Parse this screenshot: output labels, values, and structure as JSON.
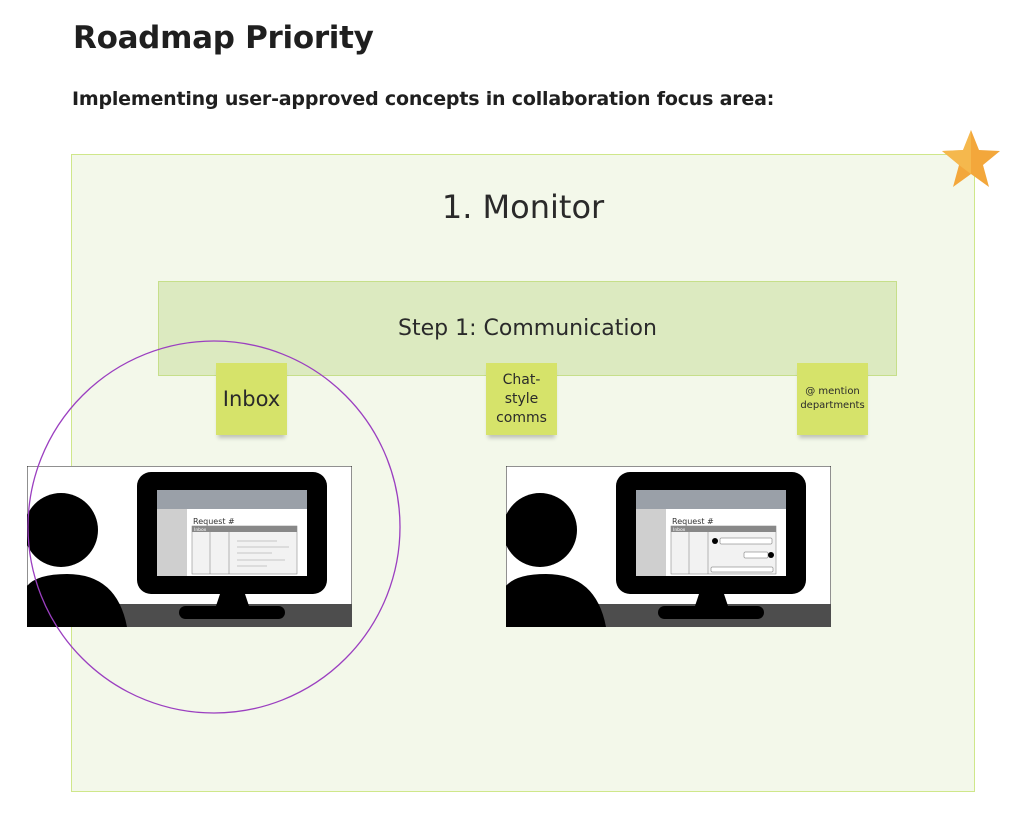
{
  "header": {
    "title": "Roadmap Priority",
    "subtitle": "Implementing user-approved concepts in collaboration focus area:"
  },
  "board": {
    "section_title": "1. Monitor",
    "step_title": "Step 1: Communication",
    "stickies": [
      {
        "label": "Inbox"
      },
      {
        "label": "Chat-\nstyle\ncomms"
      },
      {
        "label": "@ mention\ndepartments"
      }
    ],
    "illustrations": [
      {
        "screen_title": "Request #",
        "panel_label": "Inbox",
        "icon": "user-at-computer-icon"
      },
      {
        "screen_title": "Request #",
        "panel_label": "Inbox",
        "icon": "user-at-computer-icon"
      }
    ],
    "decorations": {
      "star_icon": "star-icon",
      "star_color": "#f3a73b",
      "highlight_circle_color": "#9b3fc0"
    }
  }
}
